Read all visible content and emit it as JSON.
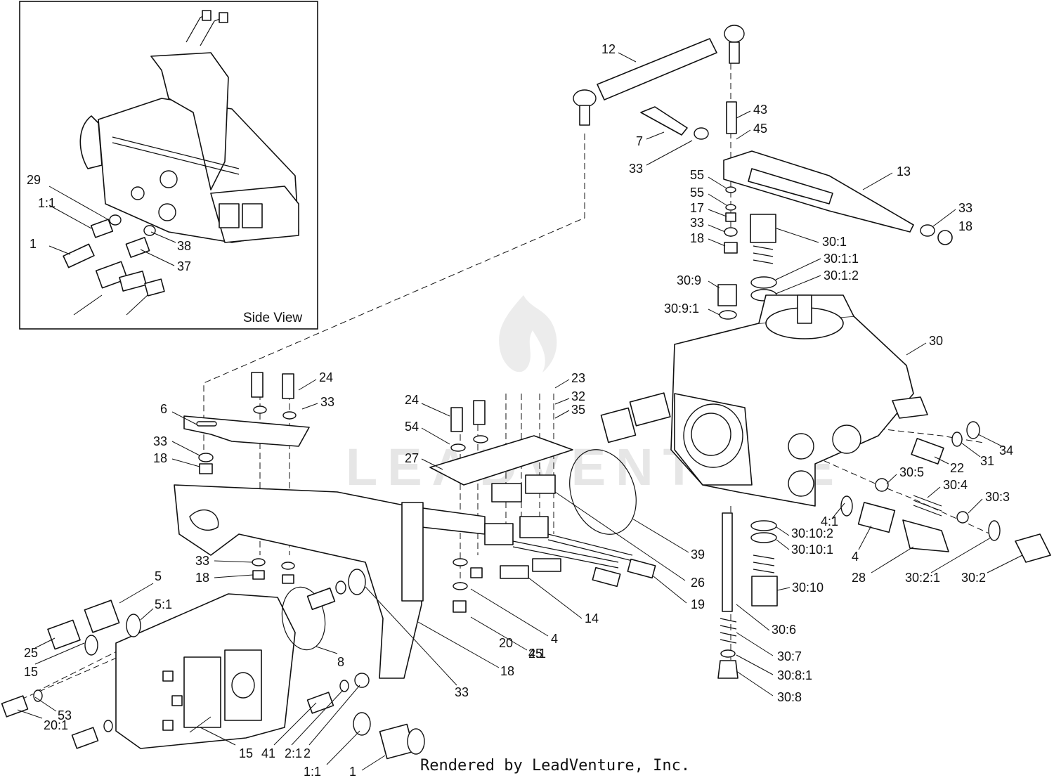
{
  "inset": {
    "caption": "Side View"
  },
  "watermark": {
    "text": "LEADVENTURE"
  },
  "footer": {
    "rendered_by": "Rendered by LeadVenture, Inc."
  },
  "callouts": [
    "12",
    "43",
    "45",
    "7",
    "33",
    "13",
    "55",
    "55",
    "17",
    "33",
    "18",
    "33",
    "18",
    "30:1",
    "30:1:1",
    "30:1:2",
    "30:9",
    "30:9:1",
    "30",
    "24",
    "33",
    "6",
    "33",
    "18",
    "24",
    "23",
    "32",
    "35",
    "54",
    "27",
    "22",
    "31",
    "34",
    "30:5",
    "30:4",
    "30:3",
    "4:1",
    "30:10:2",
    "30:10:1",
    "4",
    "28",
    "30:2:1",
    "30:2",
    "39",
    "26",
    "30:10",
    "19",
    "14",
    "33",
    "18",
    "30:6",
    "30:7",
    "30:8:1",
    "30:8",
    "4",
    "4:1",
    "5",
    "5:1",
    "25",
    "15",
    "20:1",
    "53",
    "8",
    "33",
    "18",
    "20",
    "25",
    "15",
    "41",
    "2:1",
    "2",
    "1:1",
    "1",
    "29",
    "1:1",
    "1",
    "38",
    "37"
  ]
}
